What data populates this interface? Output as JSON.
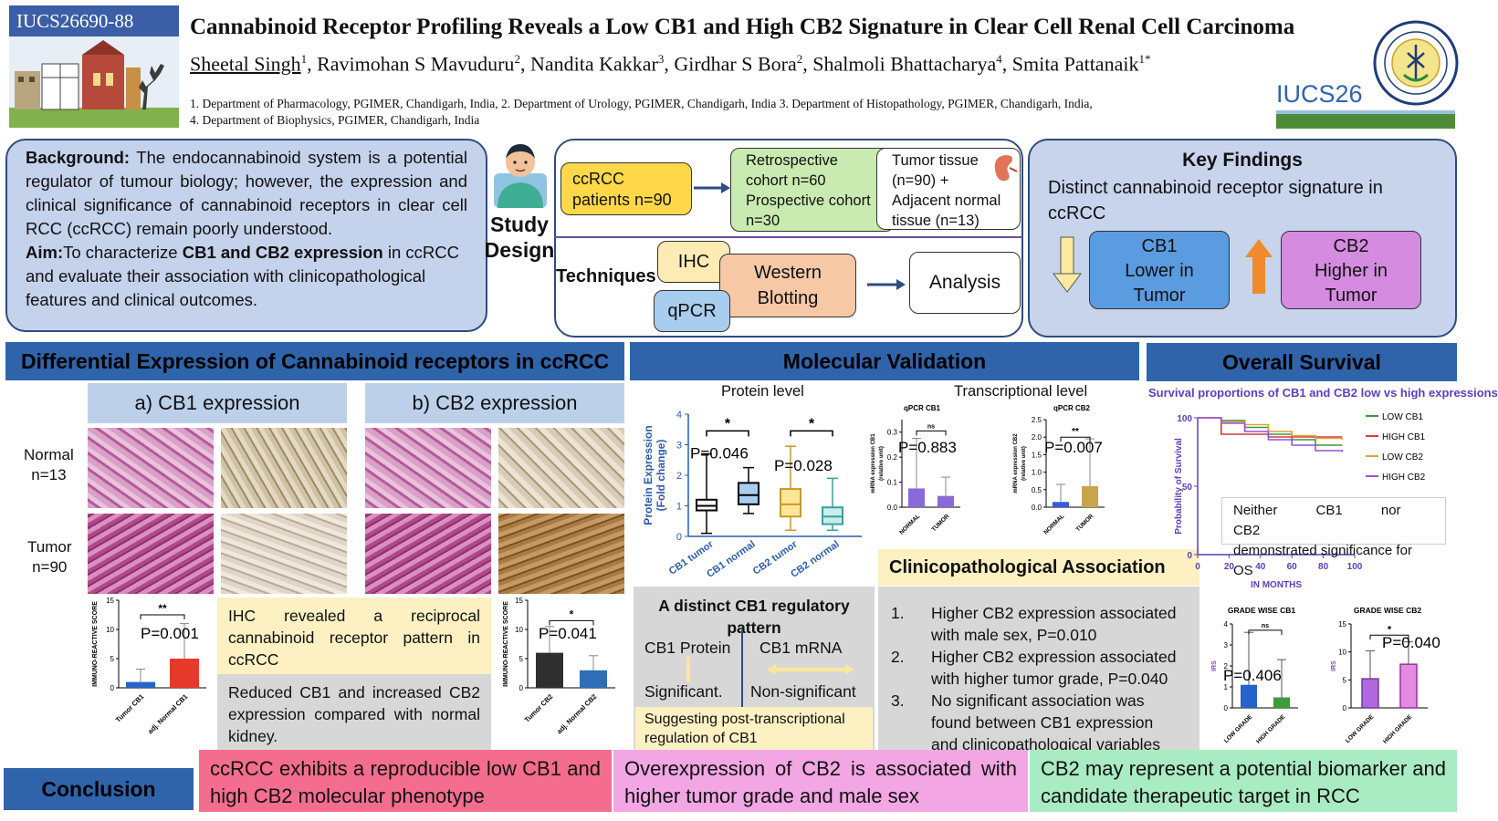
{
  "header": {
    "poster_id": "IUCS26690-88",
    "title": "Cannabinoid Receptor Profiling Reveals a Low CB1 and High CB2 Signature in Clear Cell Renal Cell Carcinoma",
    "authors": [
      {
        "name": "Sheetal Singh",
        "sup": "1"
      },
      {
        "name": "Ravimohan S Mavuduru",
        "sup": "2"
      },
      {
        "name": "Nandita Kakkar",
        "sup": "3"
      },
      {
        "name": "Girdhar S Bora",
        "sup": "2"
      },
      {
        "name": "Shalmoli Bhattacharya",
        "sup": "4"
      },
      {
        "name": "Smita Pattanaik",
        "sup": "1*"
      }
    ],
    "affiliations_line1": "1. Department of Pharmacology, PGIMER, Chandigarh, India, 2. Department of Urology, PGIMER, Chandigarh, India 3. Department of Histopathology, PGIMER, Chandigarh, India,",
    "affiliations_line2": "4. Department of Biophysics, PGIMER, Chandigarh, India",
    "conference": "IUCS26"
  },
  "background": {
    "bg_label": "Background:",
    "bg_text": " The endocannabinoid system is a potential regulator of tumour biology; however, the expression and clinical significance of cannabinoid receptors in clear cell RCC (ccRCC) remain poorly understood.",
    "aim_label": "Aim:",
    "aim_pre": "To characterize ",
    "aim_bold": "CB1 and CB2 expression",
    "aim_post": " in ccRCC and evaluate their association with clinicopathological features and clinical outcomes."
  },
  "study_design": {
    "label_line1": "Study",
    "label_line2": "Design",
    "patients_line1": "ccRCC",
    "patients_line2": "patients n=90",
    "cohort_line1": "Retrospective",
    "cohort_line2": "cohort n=60",
    "cohort_line3": "Prospective cohort",
    "cohort_line4": "n=30",
    "tissue_line1": "Tumor tissue",
    "tissue_line2": "(n=90) +",
    "tissue_line3": "Adjacent normal",
    "tissue_line4": "tissue (n=13)",
    "techniques_label": "Techniques",
    "ihc": "IHC",
    "qpcr": "qPCR",
    "wb_line1": "Western",
    "wb_line2": "Blotting",
    "analysis": "Analysis"
  },
  "key_findings": {
    "title": "Key Findings",
    "subtitle_line1": "Distinct cannabinoid receptor signature in",
    "subtitle_line2": "ccRCC",
    "cb1_line1": "CB1",
    "cb1_line2": "Lower in",
    "cb1_line3": "Tumor",
    "cb2_line1": "CB2",
    "cb2_line2": "Higher in",
    "cb2_line3": "Tumor"
  },
  "diff_expr": {
    "title": "Differential Expression of Cannabinoid receptors in ccRCC",
    "cb1_head": "a) CB1 expression",
    "cb2_head": "b) CB2 expression",
    "normal_label1": "Normal",
    "normal_label2": "n=13",
    "tumor_label1": "Tumor",
    "tumor_label2": "n=90",
    "ihc_text": "IHC revealed a reciprocal cannabinoid receptor pattern in ccRCC",
    "reduced_text": "Reduced CB1 and increased CB2 expression compared with normal kidney."
  },
  "irs_cb1": {
    "ylabel": "IMMUNO-REACTIVE SCORE",
    "yticks": [
      "0",
      "5",
      "10",
      "15"
    ],
    "cats": [
      "Tumor CB1",
      "adj. Normal CB1"
    ],
    "sig": "**",
    "p": "P=0.001"
  },
  "irs_cb2": {
    "ylabel": "IMMUNO-REACTIVE SCORE",
    "yticks": [
      "0",
      "5",
      "10",
      "15"
    ],
    "cats": [
      "Tumor CB2",
      "adj. Normal CB2"
    ],
    "sig": "*",
    "p": "P=0.041"
  },
  "molecular": {
    "title": "Molecular Validation",
    "protein_title": "Protein level",
    "transcript_title": "Transcriptional level",
    "protein_ylabel1": "Protein Expression",
    "protein_ylabel2": "(Fold change)",
    "protein_yticks": [
      "0",
      "1",
      "2",
      "3",
      "4"
    ],
    "protein_cats": [
      "CB1 tumor",
      "CB1 normal",
      "CB2 tumor",
      "CB2 normal"
    ],
    "protein_sig1": "*",
    "protein_sig2": "*",
    "protein_p1": "P=0.046",
    "protein_p2": "P=0.028",
    "qpcr_cb1_title": "qPCR CB1",
    "qpcr_cb1_ylabel1": "mRNA expression CB1",
    "qpcr_cb1_ylabel2": "(relative unit)",
    "qpcr_cb1_yticks": [
      "0.0",
      "0.1",
      "0.2",
      "0.3"
    ],
    "qpcr_cb1_sig": "ns",
    "qpcr_cb1_p": "P=0.883",
    "qpcr_cb2_title": "qPCR CB2",
    "qpcr_cb2_ylabel1": "mRNA expression CB2",
    "qpcr_cb2_ylabel2": "(relative unit)",
    "qpcr_cb2_yticks": [
      "0.0",
      "0.5",
      "1.0",
      "1.5",
      "2.0",
      "2.5"
    ],
    "qpcr_cb2_sig": "**",
    "qpcr_cb2_p": "P=0.007",
    "qpcr_cats": [
      "NORMAL",
      "TUMOR"
    ]
  },
  "cb1_pattern": {
    "title_line1": "A distinct CB1 regulatory",
    "title_line2": "pattern",
    "protein_label": "CB1 Protein",
    "mrna_label": "CB1 mRNA",
    "significant": "Significant.",
    "nonsig": "Non-significant",
    "suggest_line1": "Suggesting post-transcriptional",
    "suggest_line2": "regulation of CB1"
  },
  "clinico": {
    "title": "Clinicopathological Association",
    "items": [
      {
        "num": "1.",
        "line1": "Higher CB2 expression associated",
        "line2": "with male sex, P=0.010"
      },
      {
        "num": "2.",
        "line1": "Higher CB2 expression associated",
        "line2": "with higher tumor grade, P=0.040"
      },
      {
        "num": "3.",
        "line1": "No significant association was",
        "line2": "found between CB1 expression",
        "line3": "and clinicopathological variables"
      }
    ]
  },
  "survival": {
    "title": "Overall Survival",
    "subtitle": "Survival proportions of CB1 and CB2 low vs high expressions",
    "ylabel": "Probability of Survival",
    "xlabel": "IN MONTHS",
    "yticks": [
      "0",
      "50",
      "100"
    ],
    "xticks": [
      "0",
      "20",
      "40",
      "60",
      "80",
      "100"
    ],
    "legend": [
      "LOW CB1",
      "HIGH CB1",
      "LOW CB2",
      "HIGH CB2"
    ],
    "note_line1": "Neither CB1 nor CB2",
    "note_line2": "demonstrated significance for OS",
    "grade_cb1_title": "GRADE WISE CB1",
    "grade_cb1_ylabel": "IRS",
    "grade_cb1_yticks": [
      "0",
      "1",
      "2",
      "3",
      "4"
    ],
    "grade_cb1_sig": "ns",
    "grade_cb1_p": "P=0.406",
    "grade_cb2_title": "GRADE WISE CB2",
    "grade_cb2_ylabel": "IRS",
    "grade_cb2_yticks": [
      "0",
      "5",
      "10",
      "15"
    ],
    "grade_cb2_sig": "*",
    "grade_cb2_p": "P=0.040",
    "grade_cats": [
      "LOW GRADE",
      "HIGH GRADE"
    ]
  },
  "conclusion": {
    "label": "Conclusion",
    "c1": "ccRCC exhibits a reproducible low CB1 and high CB2 molecular phenotype",
    "c2": "Overexpression of CB2 is associated with higher tumor grade and male sex",
    "c3": "CB2 may represent a potential biomarker and candidate therapeutic target in RCC"
  },
  "colors": {
    "section_blue": "#2f64aa",
    "cb1_box": "#5b9be0",
    "cb2_box": "#d58be0",
    "tumor_red": "#e83a2a",
    "bar_blue": "#2563c9",
    "conc1": "#f46d8f",
    "conc2": "#f2a6e4",
    "conc3": "#a9ebc3"
  },
  "chart_data": [
    {
      "type": "bar",
      "title": "",
      "ylabel": "IMMUNO-REACTIVE SCORE",
      "categories": [
        "Tumor CB1",
        "adj. Normal CB1"
      ],
      "values": [
        1.0,
        5.0
      ],
      "errors": [
        2.2,
        6.0
      ],
      "ylim": [
        0,
        15
      ]
    },
    {
      "type": "bar",
      "title": "",
      "ylabel": "IMMUNO-REACTIVE SCORE",
      "categories": [
        "Tumor CB2",
        "adj. Normal CB2"
      ],
      "values": [
        6.0,
        3.0
      ],
      "errors": [
        4.5,
        2.5
      ],
      "ylim": [
        0,
        15
      ]
    },
    {
      "type": "box",
      "title": "Protein level",
      "ylabel": "Protein Expression (Fold change)",
      "categories": [
        "CB1 tumor",
        "CB1 normal",
        "CB2 tumor",
        "CB2 normal"
      ],
      "boxes": [
        {
          "min": 0.1,
          "q1": 0.85,
          "median": 1.0,
          "q3": 1.2,
          "max": 2.7
        },
        {
          "min": 0.75,
          "q1": 1.05,
          "median": 1.35,
          "q3": 1.75,
          "max": 2.25
        },
        {
          "min": 0.2,
          "q1": 0.65,
          "median": 1.05,
          "q3": 1.55,
          "max": 2.95
        },
        {
          "min": 0.2,
          "q1": 0.4,
          "median": 0.65,
          "q3": 0.95,
          "max": 1.9
        }
      ],
      "ylim": [
        0,
        4
      ]
    },
    {
      "type": "bar",
      "title": "qPCR CB1",
      "ylabel": "mRNA expression CB1 (relative unit)",
      "categories": [
        "NORMAL",
        "TUMOR"
      ],
      "values": [
        0.075,
        0.045
      ],
      "errors": [
        0.2,
        0.075
      ],
      "ylim": [
        0,
        0.35
      ]
    },
    {
      "type": "bar",
      "title": "qPCR CB2",
      "ylabel": "mRNA expression CB2 (relative unit)",
      "categories": [
        "NORMAL",
        "TUMOR"
      ],
      "values": [
        0.15,
        0.6
      ],
      "errors": [
        0.5,
        1.35
      ],
      "ylim": [
        0,
        2.5
      ]
    },
    {
      "type": "line",
      "title": "Survival proportions of CB1 and CB2 low vs high expressions",
      "xlabel": "IN MONTHS",
      "ylabel": "Probability of Survival",
      "xlim": [
        0,
        100
      ],
      "ylim": [
        0,
        100
      ],
      "series": [
        {
          "name": "LOW CB1",
          "color": "#3a9a3a",
          "x": [
            0,
            15,
            30,
            45,
            60,
            75,
            92
          ],
          "y": [
            100,
            98,
            93,
            88,
            84,
            80,
            80
          ]
        },
        {
          "name": "HIGH CB1",
          "color": "#d83a3a",
          "x": [
            0,
            15,
            30,
            45,
            60,
            75,
            92
          ],
          "y": [
            100,
            88,
            88,
            86,
            86,
            86,
            86
          ]
        },
        {
          "name": "LOW CB2",
          "color": "#e3a13a",
          "x": [
            0,
            15,
            30,
            45,
            60,
            75,
            92
          ],
          "y": [
            100,
            97,
            95,
            90,
            87,
            85,
            84
          ]
        },
        {
          "name": "HIGH CB2",
          "color": "#9a4fe0",
          "x": [
            0,
            15,
            30,
            45,
            60,
            75,
            92
          ],
          "y": [
            100,
            96,
            90,
            84,
            80,
            76,
            75
          ]
        }
      ]
    },
    {
      "type": "bar",
      "title": "GRADE WISE CB1",
      "ylabel": "IRS",
      "categories": [
        "LOW GRADE",
        "HIGH GRADE"
      ],
      "values": [
        1.1,
        0.5
      ],
      "errors": [
        2.5,
        1.8
      ],
      "ylim": [
        0,
        4
      ]
    },
    {
      "type": "bar",
      "title": "GRADE WISE CB2",
      "ylabel": "IRS",
      "categories": [
        "LOW GRADE",
        "HIGH GRADE"
      ],
      "values": [
        5.2,
        7.8
      ],
      "errors": [
        5.0,
        4.0
      ],
      "ylim": [
        0,
        15
      ]
    }
  ]
}
